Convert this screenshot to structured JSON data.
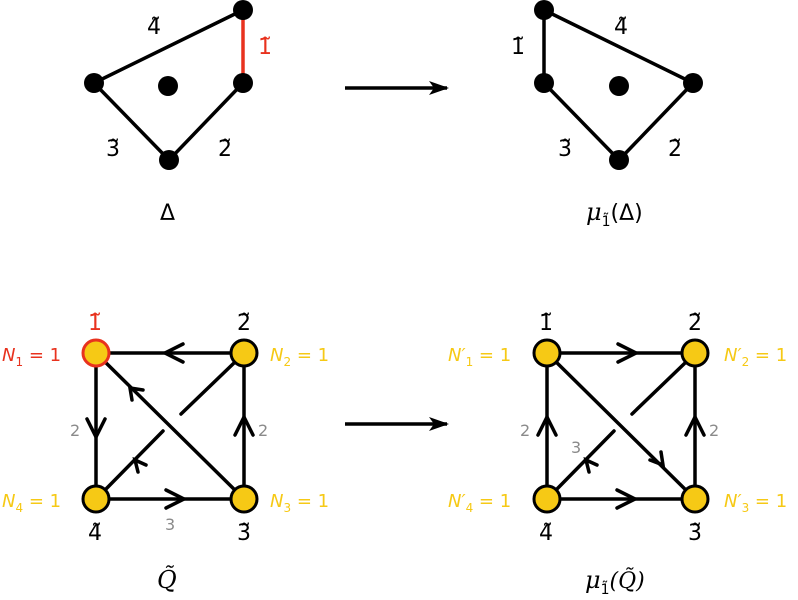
{
  "colors": {
    "black": "#000000",
    "red": "#e8321e",
    "yellow": "#f6c915",
    "gray": "#8a8a8a"
  },
  "top_left": {
    "edge_labels": {
      "e4": "4̃",
      "e1": "1̃",
      "e3": "3̃",
      "e2": "2̃"
    },
    "caption": "Δ"
  },
  "top_right": {
    "edge_labels": {
      "e1": "1̃",
      "e4": "4̃",
      "e3": "3̃",
      "e2": "2̃"
    },
    "caption_mu": "μ",
    "caption_sub": "1̃",
    "caption_arg": "(Δ)"
  },
  "bottom_left": {
    "node_labels": {
      "n1": "1̃",
      "n2": "2̃",
      "n3": "3̃",
      "n4": "4̃"
    },
    "multiplicities": {
      "n1": {
        "sym": "N",
        "sub": "1",
        "rest": " = 1"
      },
      "n2": {
        "sym": "N",
        "sub": "2",
        "rest": " = 1"
      },
      "n3": {
        "sym": "N",
        "sub": "3",
        "rest": " = 1"
      },
      "n4": {
        "sym": "N",
        "sub": "4",
        "rest": " = 1"
      }
    },
    "edge_mults": {
      "left": "2",
      "right": "2",
      "bottom": "3"
    },
    "caption": "Q̃"
  },
  "bottom_right": {
    "node_labels": {
      "n1": "1̃",
      "n2": "2̃",
      "n3": "3̃",
      "n4": "4̃"
    },
    "multiplicities": {
      "n1": {
        "sym": "N′",
        "sub": "1",
        "rest": " = 1"
      },
      "n2": {
        "sym": "N′",
        "sub": "2",
        "rest": " = 1"
      },
      "n3": {
        "sym": "N′",
        "sub": "3",
        "rest": " = 1"
      },
      "n4": {
        "sym": "N′",
        "sub": "4",
        "rest": " = 1"
      }
    },
    "edge_mults": {
      "left": "2",
      "right": "2",
      "diag": "3"
    },
    "caption_mu": "μ",
    "caption_sub": "1̃",
    "caption_arg": "(Q̃)"
  }
}
